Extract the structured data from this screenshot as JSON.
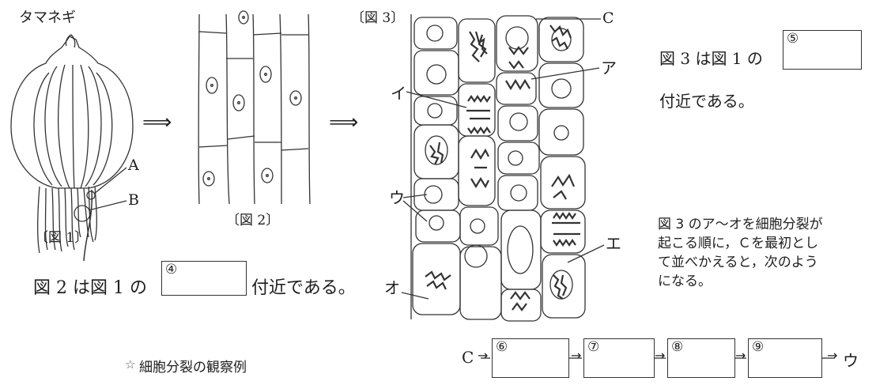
{
  "labels": {
    "onion": "タマネギ",
    "fig1": "〔図 1〕",
    "fig2": "〔図 2〕",
    "fig3": "〔図 3〕",
    "A": "A",
    "B": "B",
    "C": "C",
    "a": "ア",
    "i": "イ",
    "u": "ウ",
    "e": "エ",
    "o": "オ"
  },
  "texts": {
    "q4_pre": "図 2 は図 1 の",
    "q4_post": "付近である。",
    "q5_pre": "図 3 は図 1 の",
    "q5_post": "付近である。",
    "order_q": "図 3 のア～オを細胞分裂が起こる順に，Ｃを最初として並べかえると，次のようになる。",
    "order_lines": [
      "図 3 のア～オを細胞分裂が",
      "起こる順に，Ｃを最初とし",
      "て並べかえると，次のよう",
      "になる。"
    ],
    "caption": "細胞分裂の観察例",
    "caption_mark": "☆",
    "seq_start": "C",
    "seq_end": "ウ"
  },
  "answer_boxes": {
    "b4": "④",
    "b5": "⑤",
    "b6": "⑥",
    "b7": "⑦",
    "b8": "⑧",
    "b9": "⑨"
  },
  "arrows": {
    "implies": "⟹",
    "right": "→"
  }
}
